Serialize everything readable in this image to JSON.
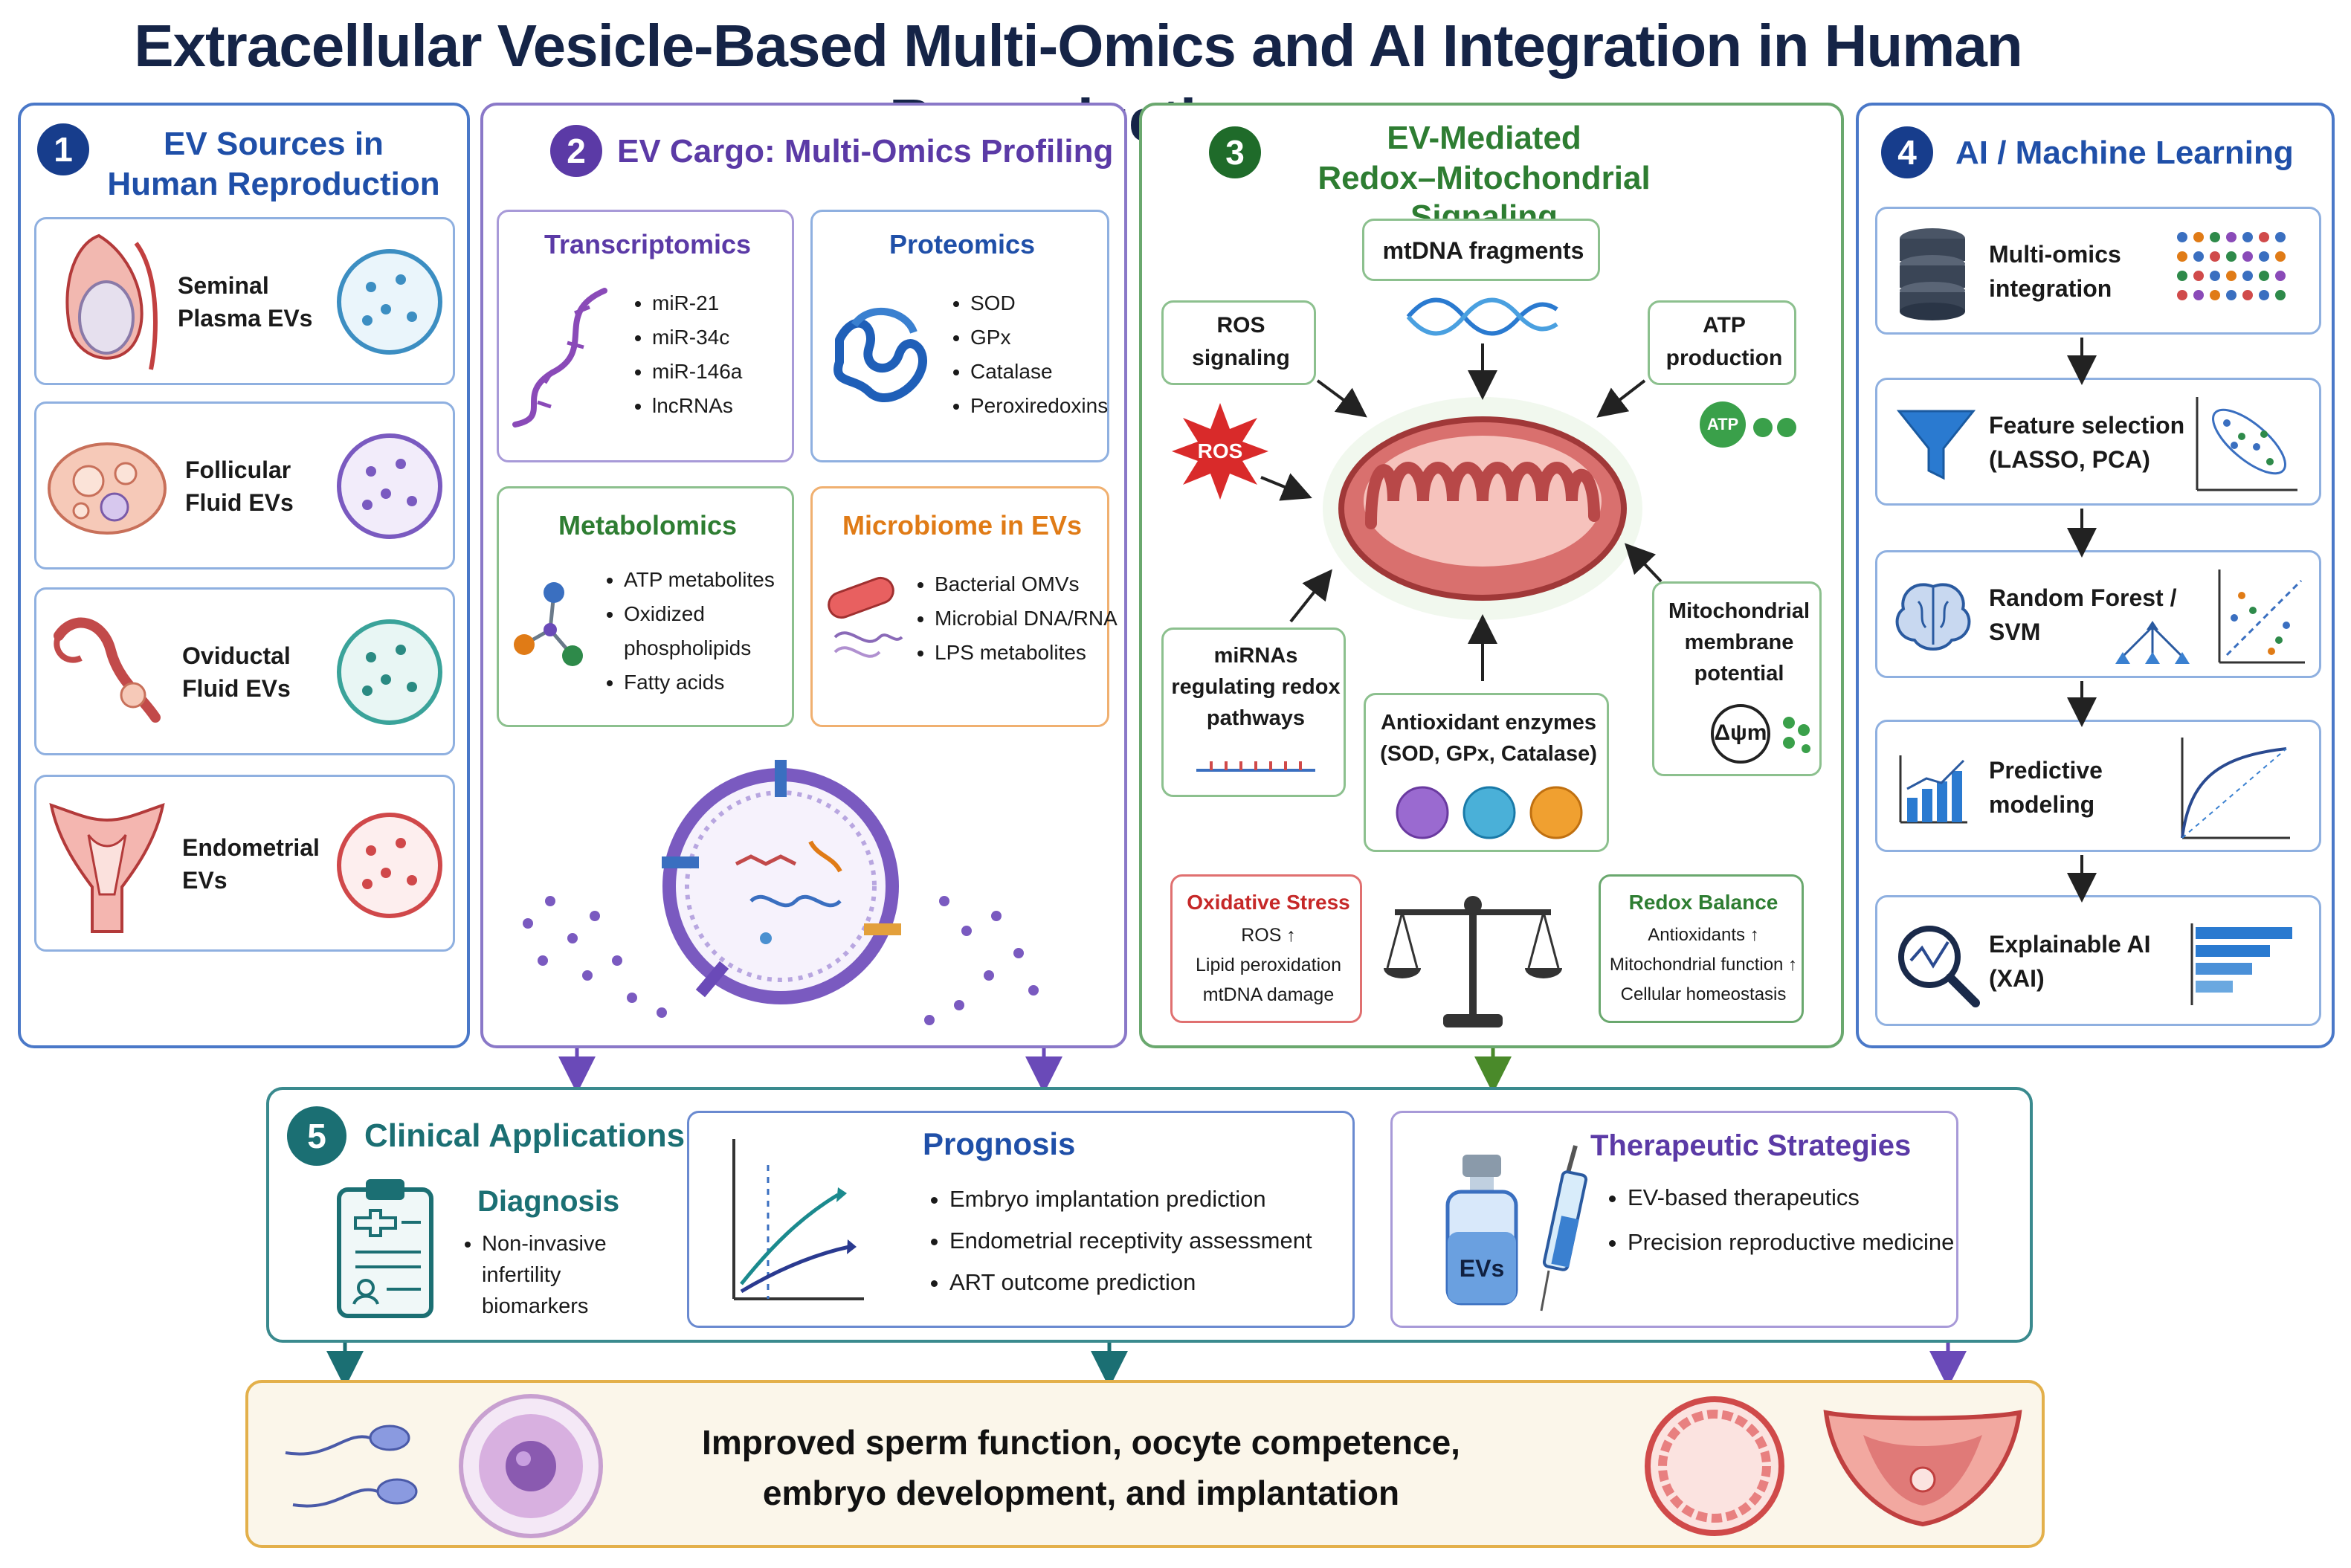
{
  "title": "Extracellular Vesicle-Based Multi-Omics and AI Integration in Human Reproduction",
  "colors": {
    "blue": "#1f4fa8",
    "purple": "#5b3aa6",
    "green": "#2e7d32",
    "orange": "#e07b16",
    "teal": "#1b6f73",
    "red": "#c62828",
    "gold": "#e3b04b"
  },
  "panel1": {
    "number": "1",
    "title_line1": "EV Sources in",
    "title_line2": "Human Reproduction",
    "cards": [
      {
        "line1": "Seminal",
        "line2": "Plasma EVs"
      },
      {
        "line1": "Follicular",
        "line2": "Fluid EVs"
      },
      {
        "line1": "Oviductal",
        "line2": "Fluid EVs"
      },
      {
        "line1": "Endometrial",
        "line2": "EVs"
      }
    ]
  },
  "panel2": {
    "number": "2",
    "title": "EV Cargo: Multi-Omics Profiling",
    "transcriptomics": {
      "title": "Transcriptomics",
      "items": [
        "miR-21",
        "miR-34c",
        "miR-146a",
        "lncRNAs"
      ]
    },
    "proteomics": {
      "title": "Proteomics",
      "items": [
        "SOD",
        "GPx",
        "Catalase",
        "Peroxiredoxins"
      ]
    },
    "metabolomics": {
      "title": "Metabolomics",
      "items": [
        "ATP metabolites",
        "Oxidized phospholipids",
        "Fatty acids"
      ]
    },
    "microbiome": {
      "title": "Microbiome in EVs",
      "items": [
        "Bacterial OMVs",
        "Microbial DNA/RNA",
        "LPS metabolites"
      ]
    }
  },
  "panel3": {
    "number": "3",
    "title_line1": "EV-Mediated",
    "title_line2": "Redox–Mitochondrial Signaling",
    "mtdna": "mtDNA fragments",
    "ros_signaling_line1": "ROS",
    "ros_signaling_line2": "signaling",
    "ros_badge": "ROS",
    "atp_line1": "ATP",
    "atp_line2": "production",
    "atp_badge": "ATP",
    "mirnas_line1": "miRNAs",
    "mirnas_line2": "regulating redox",
    "mirnas_line3": "pathways",
    "antioxidant_line1": "Antioxidant enzymes",
    "antioxidant_line2": "(SOD, GPx, Catalase)",
    "membrane_line1": "Mitochondrial",
    "membrane_line2": "membrane",
    "membrane_line3": "potential",
    "delta_psi": "Δψm",
    "oxidative": {
      "title": "Oxidative Stress",
      "items": [
        "ROS ↑",
        "Lipid peroxidation",
        "mtDNA damage"
      ]
    },
    "balance": {
      "title": "Redox Balance",
      "items": [
        "Antioxidants ↑",
        "Mitochondrial function ↑",
        "Cellular homeostasis"
      ]
    }
  },
  "panel4": {
    "number": "4",
    "title": "AI / Machine Learning",
    "steps": [
      {
        "line1": "Multi-omics",
        "line2": "integration"
      },
      {
        "line1": "Feature selection",
        "line2": "(LASSO, PCA)"
      },
      {
        "line1": "Random Forest /",
        "line2": "SVM"
      },
      {
        "line1": "Predictive",
        "line2": "modeling"
      },
      {
        "line1": "Explainable AI",
        "line2": "(XAI)"
      }
    ]
  },
  "panel5": {
    "number": "5",
    "title": "Clinical Applications",
    "diagnosis": {
      "title": "Diagnosis",
      "items": [
        "Non-invasive infertility biomarkers"
      ]
    },
    "prognosis": {
      "title": "Prognosis",
      "items": [
        "Embryo implantation prediction",
        "Endometrial receptivity assessment",
        "ART outcome prediction"
      ]
    },
    "therapeutic": {
      "title": "Therapeutic Strategies",
      "items": [
        "EV-based therapeutics",
        "Precision reproductive medicine"
      ]
    },
    "vial_label": "EVs"
  },
  "outcome": {
    "line1": "Improved sperm function, oocyte competence,",
    "line2": "embryo development, and implantation"
  }
}
